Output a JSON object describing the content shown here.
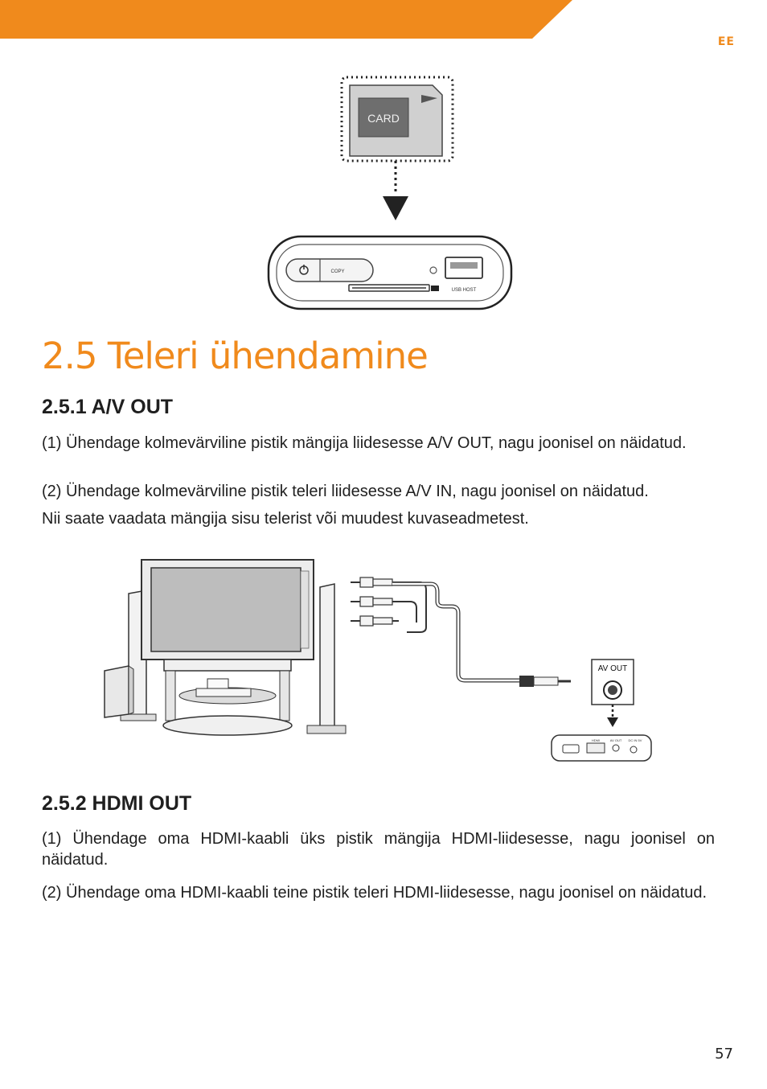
{
  "header": {
    "language_code": "EE",
    "accent_color": "#f08a1c"
  },
  "figure1": {
    "card_label": "CARD",
    "copy_button_label": "COPY",
    "usb_host_label": "USB HOST"
  },
  "section": {
    "title": "2.5 Teleri ühendamine"
  },
  "av_out": {
    "heading": "2.5.1 A/V OUT",
    "paragraphs": [
      "(1) Ühendage kolmevärviline pistik mängija liidesesse A/V OUT, nagu joonisel on näidatud.",
      "(2) Ühendage kolmevärviline pistik teleri liidesesse A/V IN, nagu joonisel on näidatud.",
      "Nii saate vaadata mängija sisu telerist või muudest kuvaseadmetest."
    ]
  },
  "figure2": {
    "av_out_label": "AV OUT",
    "port_labels": [
      "HDMI",
      "AV OUT",
      "DC IN 5V"
    ]
  },
  "hdmi_out": {
    "heading": "2.5.2 HDMI OUT",
    "paragraphs": [
      "(1) Ühendage oma HDMI-kaabli üks pistik mängija HDMI-liidesesse, nagu joonisel on näidatud.",
      "(2) Ühendage oma HDMI-kaabli teine pistik teleri HDMI-liidesesse, nagu joonisel on näidatud."
    ]
  },
  "footer": {
    "page_number": "57"
  }
}
